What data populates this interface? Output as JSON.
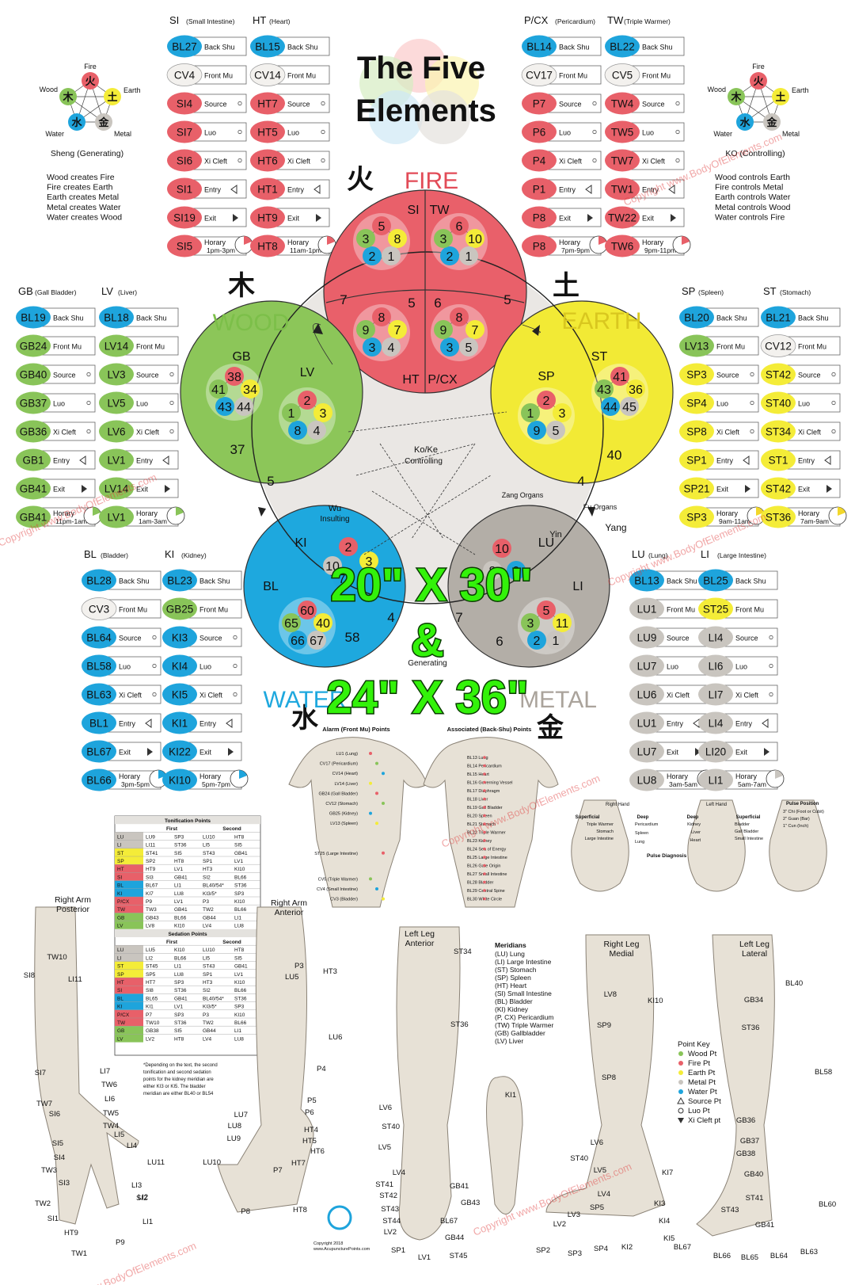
{
  "title": {
    "line1": "The Five",
    "line2": "Elements"
  },
  "sheng": {
    "labels": {
      "fire": "Fire",
      "earth": "Earth",
      "metal": "Metal",
      "water": "Water",
      "wood": "Wood"
    },
    "title": "Sheng (Generating)",
    "lines": [
      "Wood creates Fire",
      "Fire creates Earth",
      "Earth creates Metal",
      "Metal creates Water",
      "Water creates Wood"
    ]
  },
  "ko": {
    "labels": {
      "fire": "Fire",
      "earth": "Earth",
      "metal": "Metal",
      "water": "Water",
      "wood": "Wood"
    },
    "title": "KO (Controlling)",
    "lines": [
      "Wood controls Earth",
      "Fire controls Metal",
      "Earth controls Water",
      "Metal controls Wood",
      "Water controls Fire"
    ]
  },
  "chars": {
    "fire": "火",
    "earth": "土",
    "metal": "金",
    "water": "水",
    "wood": "木"
  },
  "element_names": {
    "fire": "FIRE",
    "earth": "EARTH",
    "metal": "METAL",
    "water": "WATER",
    "wood": "WOOD"
  },
  "colors": {
    "fire": "#e9606a",
    "earth": "#f2ea35",
    "metal": "#b3aea7",
    "water": "#1ea8de",
    "wood": "#8cc659",
    "fire_bg": "#f4a1a4",
    "earth_bg": "#fbf48a",
    "metal_bg": "#d6d2cc",
    "water_bg": "#5cc2ec",
    "wood_bg": "#a8d67d",
    "center": "#eae7e4",
    "box_fire": "#e86069",
    "box_earth": "#f4ec38",
    "box_metal": "#c9c5bf",
    "box_water": "#1ea4dc",
    "box_wood": "#89c459",
    "box_white": "#f3f1ee",
    "overlay": "#33f20a"
  },
  "meridian_columns": [
    {
      "header": "SI",
      "sub": "(Small Intestine)",
      "points": [
        "BL27",
        "CV4",
        "SI4",
        "SI7",
        "SI6",
        "SI1",
        "SI19",
        "SI5"
      ],
      "horary": "1pm-3pm"
    },
    {
      "header": "HT",
      "sub": "(Heart)",
      "points": [
        "BL15",
        "CV14",
        "HT7",
        "HT5",
        "HT6",
        "HT1",
        "HT9",
        "HT8"
      ],
      "horary": "11am-1pm"
    },
    {
      "header": "P/CX",
      "sub": "(Pericardium)",
      "points": [
        "BL14",
        "CV17",
        "P7",
        "P6",
        "P4",
        "P1",
        "P8",
        "P8"
      ],
      "horary": "7pm-9pm"
    },
    {
      "header": "TW",
      "sub": "(Triple Warmer)",
      "points": [
        "BL22",
        "CV5",
        "TW4",
        "TW5",
        "TW7",
        "TW1",
        "TW22",
        "TW6"
      ],
      "horary": "9pm-11pm"
    },
    {
      "header": "GB",
      "sub": "(Gall Bladder)",
      "points": [
        "BL19",
        "GB24",
        "GB40",
        "GB37",
        "GB36",
        "GB1",
        "GB41",
        "GB41"
      ],
      "horary": "11pm-1am"
    },
    {
      "header": "LV",
      "sub": "(Liver)",
      "points": [
        "BL18",
        "LV14",
        "LV3",
        "LV5",
        "LV6",
        "LV1",
        "LV14",
        "LV1"
      ],
      "horary": "1am-3am"
    },
    {
      "header": "SP",
      "sub": "(Spleen)",
      "points": [
        "BL20",
        "LV13",
        "SP3",
        "SP4",
        "SP8",
        "SP1",
        "SP21",
        "SP3"
      ],
      "horary": "9am-11am"
    },
    {
      "header": "ST",
      "sub": "(Stomach)",
      "points": [
        "BL21",
        "CV12",
        "ST42",
        "ST40",
        "ST34",
        "ST1",
        "ST42",
        "ST36"
      ],
      "horary": "7am-9am"
    },
    {
      "header": "BL",
      "sub": "(Bladder)",
      "points": [
        "BL28",
        "CV3",
        "BL64",
        "BL58",
        "BL63",
        "BL1",
        "BL67",
        "BL66"
      ],
      "horary": "3pm-5pm"
    },
    {
      "header": "KI",
      "sub": "(Kidney)",
      "points": [
        "BL23",
        "GB25",
        "KI3",
        "KI4",
        "KI5",
        "KI1",
        "KI22",
        "KI10"
      ],
      "horary": "5pm-7pm"
    },
    {
      "header": "LU",
      "sub": "(Lung)",
      "points": [
        "BL13",
        "LU1",
        "LU9",
        "LU7",
        "LU6",
        "LU1",
        "LU7",
        "LU8"
      ],
      "horary": "3am-5am"
    },
    {
      "header": "LI",
      "sub": "(Large Intestine)",
      "points": [
        "BL25",
        "ST25",
        "LI4",
        "LI6",
        "LI7",
        "LI4",
        "LI20",
        "LI1"
      ],
      "horary": "5am-7am"
    }
  ],
  "row_labels": [
    "Back Shu",
    "Front Mu",
    "Source",
    "Luo",
    "Xi Cleft",
    "Entry",
    "Exit",
    "Horary"
  ],
  "organs": {
    "si": "SI",
    "tw": "TW",
    "ht": "HT",
    "pcx": "P/CX",
    "gb": "GB",
    "lv": "LV",
    "sp": "SP",
    "st": "ST",
    "ki": "KI",
    "bl": "BL",
    "lu": "LU",
    "li": "LI"
  },
  "circle_numbers": {
    "si": [
      "5",
      "8",
      "1",
      "2",
      "3"
    ],
    "tw": [
      "6",
      "10",
      "1",
      "2",
      "3"
    ],
    "ht": [
      "8",
      "7",
      "4",
      "3",
      "9"
    ],
    "pcx": [
      "8",
      "7",
      "5",
      "3",
      "9"
    ],
    "gb": [
      "38",
      "34",
      "44",
      "43",
      "41"
    ],
    "lv": [
      "2",
      "3",
      "4",
      "8",
      "1"
    ],
    "st": [
      "41",
      "36",
      "45",
      "44",
      "43"
    ],
    "sp": [
      "2",
      "3",
      "5",
      "9",
      "1"
    ],
    "bl": [
      "60",
      "40",
      "67",
      "66",
      "65"
    ],
    "ki": [
      "2",
      "3",
      "10",
      "7"
    ],
    "lu": [
      "10",
      "9",
      "8"
    ],
    "li": [
      "5",
      "11",
      "1",
      "2",
      "3"
    ]
  },
  "edge_numbers": [
    "7",
    "5",
    "6",
    "5",
    "37",
    "5",
    "40",
    "4",
    "58",
    "4",
    "7",
    "6"
  ],
  "center_labels": {
    "ko": "Ko/Ke",
    "controlling": "Controlling",
    "wu": "Wu",
    "insulting": "Insulting",
    "zang": "Zang Organs",
    "fu": "Fu Organs",
    "yin": "Yin",
    "yang": "Yang",
    "generating": "Generating"
  },
  "overlay": {
    "size1": "20\" X 30\"",
    "amp": "&",
    "size2": "24\" X 36\""
  },
  "torso": {
    "front_title": "Alarm (Front Mu) Points",
    "back_title": "Associated (Back-Shu) Points",
    "front_labels": [
      "LU1 (Lung)",
      "CV17 (Pericardium)",
      "CV14 (Heart)",
      "LV14 (Liver)",
      "GB24 (Gall Bladder)",
      "CV12 (Stomach)",
      "GB25 (Kidney)",
      "LV13 (Spleen)",
      "ST25 (Large Intestine)",
      "CV5 (Triple Warmer)",
      "CV4 (Small Intestine)",
      "CV3 (Bladder)"
    ],
    "back_labels": [
      "BL13 Lung",
      "BL14 Pericardium",
      "BL15 Heart",
      "BL16 Governing Vessel",
      "BL17 Diaphragm",
      "BL18 Liver",
      "BL19 Gall Bladder",
      "BL20 Spleen",
      "BL21 Stomach",
      "BL22 Triple Warmer",
      "BL23 Kidney",
      "BL24 Sea of Energy",
      "BL25 Large Intestine",
      "BL26 Gate Origin",
      "BL27 Small Intestine",
      "BL28 Bladder",
      "BL29 Central Spine",
      "BL30 White Circle"
    ]
  },
  "pulse": {
    "right_hand": "Right Hand",
    "left_hand": "Left Hand",
    "superficial": "Superficial",
    "deep": "Deep",
    "title": "Pulse Diagnosis",
    "position_title": "Pulse Position",
    "right_sup": [
      "Triple Warmer",
      "Stomach",
      "Large Intestine"
    ],
    "right_deep": [
      "Pericardium",
      "Spleen",
      "Lung"
    ],
    "left_deep": [
      "Kidney",
      "Liver",
      "Heart"
    ],
    "left_sup": [
      "Bladder",
      "Gall Bladder",
      "Small Intestine"
    ],
    "positions": [
      "3\" Chi (Foot or Cubit)",
      "2\" Guan (Bar)",
      "1\" Cun (Inch)"
    ]
  },
  "table": {
    "tonification_title": "Tonification Points",
    "sedation_title": "Sedation Points",
    "first": "First",
    "second": "Second",
    "tonification_rows": [
      [
        "LU",
        "LU9",
        "SP3",
        "LU10",
        "HT8"
      ],
      [
        "LI",
        "LI11",
        "ST36",
        "LI5",
        "SI5"
      ],
      [
        "ST",
        "ST41",
        "SI5",
        "ST43",
        "GB41"
      ],
      [
        "SP",
        "SP2",
        "HT8",
        "SP1",
        "LV1"
      ],
      [
        "HT",
        "HT9",
        "LV1",
        "HT3",
        "KI10"
      ],
      [
        "SI",
        "SI3",
        "GB41",
        "SI2",
        "BL66"
      ],
      [
        "BL",
        "BL67",
        "LI1",
        "BL40/54*",
        "ST36"
      ],
      [
        "KI",
        "KI7",
        "LU8",
        "KI3/5*",
        "SP3"
      ],
      [
        "P/CX",
        "P9",
        "LV1",
        "P3",
        "KI10"
      ],
      [
        "TW",
        "TW3",
        "GB41",
        "TW2",
        "BL66"
      ],
      [
        "GB",
        "GB43",
        "BL66",
        "GB44",
        "LI1"
      ],
      [
        "LV",
        "LV8",
        "KI10",
        "LV4",
        "LU8"
      ]
    ],
    "sedation_rows": [
      [
        "LU",
        "LU5",
        "KI10",
        "LU10",
        "HT8"
      ],
      [
        "LI",
        "LI2",
        "BL66",
        "LI5",
        "SI5"
      ],
      [
        "ST",
        "ST45",
        "LI1",
        "ST43",
        "GB41"
      ],
      [
        "SP",
        "SP5",
        "LU8",
        "SP1",
        "LV1"
      ],
      [
        "HT",
        "HT7",
        "SP3",
        "HT3",
        "KI10"
      ],
      [
        "SI",
        "SI8",
        "ST36",
        "SI2",
        "BL66"
      ],
      [
        "BL",
        "BL65",
        "GB41",
        "BL40/54*",
        "ST36"
      ],
      [
        "KI",
        "KI1",
        "LV1",
        "KI3/5*",
        "SP3"
      ],
      [
        "P/CX",
        "P7",
        "SP3",
        "P3",
        "KI10"
      ],
      [
        "TW",
        "TW10",
        "ST36",
        "TW2",
        "BL66"
      ],
      [
        "GB",
        "GB38",
        "SI5",
        "GB44",
        "LI1"
      ],
      [
        "LV",
        "LV2",
        "HT8",
        "LV4",
        "LU8"
      ]
    ],
    "footnote": [
      "*Depending on the text, the second",
      "tonification and second sedation",
      "points for the kidney meridian are",
      "either KI3 or KI5. The bladder",
      "meridian are either BL40 or BL54"
    ]
  },
  "meridian_key": {
    "title": "Meridians",
    "items": [
      "(LU) Lung",
      "(LI) Large Intestine",
      "(ST) Stomach",
      "(SP) Spleen",
      "(HT) Heart",
      "(SI) Small Intestine",
      "(BL) Bladder",
      "(KI) Kidney",
      "(P, CX) Pericardium",
      "(TW) Triple Warmer",
      "(GB) Gallbladder",
      "(LV) Liver"
    ]
  },
  "point_key": {
    "title": "Point Key",
    "items": [
      "Wood Pt",
      "Fire Pt",
      "Earth Pt",
      "Metal Pt",
      "Water Pt",
      "Source Pt",
      "Luo Pt",
      "Xi Cleft pt"
    ]
  },
  "limbs": {
    "arm_post_title": [
      "Right Arm",
      "Posterior"
    ],
    "arm_ant_title": [
      "Right Arm",
      "Anterior"
    ],
    "leg_ant_title": [
      "Left Leg",
      "Anterior"
    ],
    "leg_med_title": [
      "Right Leg",
      "Medial"
    ],
    "leg_lat_title": [
      "Left Leg",
      "Lateral"
    ],
    "arm_post_points": [
      "SI8",
      "TW10",
      "LI11",
      "SI7",
      "LI7",
      "TW6",
      "LI6",
      "TW7",
      "TW5",
      "SI6",
      "TW4",
      "LI5",
      "SI5",
      "LI4",
      "SI4",
      "TW3",
      "SI3",
      "LU11",
      "LI3",
      "SI2",
      "TW2",
      "LI2",
      "SI1",
      "LI1",
      "HT9",
      "P9",
      "TW1"
    ],
    "arm_ant_points": [
      "P3",
      "LU5",
      "HT3",
      "LU6",
      "P4",
      "P5",
      "P6",
      "LU7",
      "LU8",
      "HT4",
      "LU9",
      "HT5",
      "HT6",
      "HT7",
      "LU10",
      "P7",
      "P8",
      "HT8"
    ],
    "leg_ant_points": [
      "ST34",
      "ST36",
      "LV6",
      "ST40",
      "LV5",
      "LV4",
      "ST41",
      "GB41",
      "ST42",
      "GB43",
      "ST43",
      "ST44",
      "BL67",
      "LV2",
      "GB44",
      "SP1",
      "LV1",
      "ST45"
    ],
    "foot_points": [
      "KI1"
    ],
    "leg_med_points": [
      "LV8",
      "KI10",
      "SP9",
      "SP8",
      "LV6",
      "ST40",
      "LV5",
      "KI7",
      "LV4",
      "SP5",
      "LV3",
      "KI3",
      "KI4",
      "LV2",
      "KI5",
      "SP2",
      "SP3",
      "SP4",
      "KI2"
    ],
    "leg_lat_points": [
      "BL40",
      "GB34",
      "ST36",
      "BL58",
      "GB36",
      "GB37",
      "GB38",
      "GB40",
      "ST41",
      "BL60",
      "ST43",
      "GB41",
      "BL67",
      "BL66",
      "BL65",
      "BL64",
      "BL63"
    ]
  },
  "copyright": {
    "line1": "Copyright 2018",
    "line2": "www.AcupuncturePoints.com",
    "watermark": "Copyright www.BodyOfElements.com"
  }
}
